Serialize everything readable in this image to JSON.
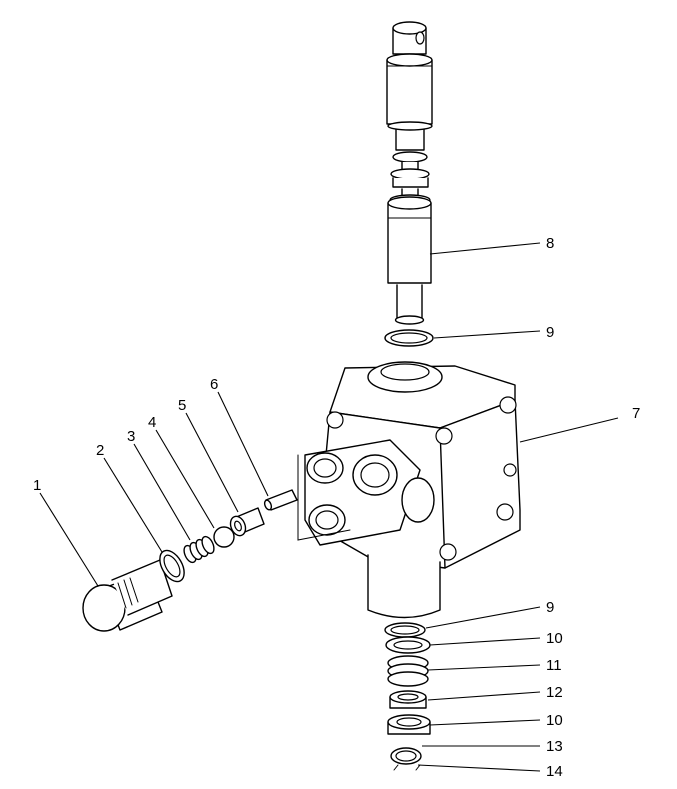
{
  "diagram": {
    "callouts": [
      {
        "id": "c1",
        "label": "1"
      },
      {
        "id": "c2",
        "label": "2"
      },
      {
        "id": "c3",
        "label": "3"
      },
      {
        "id": "c4",
        "label": "4"
      },
      {
        "id": "c5",
        "label": "5"
      },
      {
        "id": "c6",
        "label": "6"
      },
      {
        "id": "c7",
        "label": "7"
      },
      {
        "id": "c8",
        "label": "8"
      },
      {
        "id": "c9a",
        "label": "9"
      },
      {
        "id": "c9b",
        "label": "9"
      },
      {
        "id": "c10a",
        "label": "10"
      },
      {
        "id": "c11",
        "label": "11"
      },
      {
        "id": "c12",
        "label": "12"
      },
      {
        "id": "c10b",
        "label": "10"
      },
      {
        "id": "c13",
        "label": "13"
      },
      {
        "id": "c14",
        "label": "14"
      }
    ]
  }
}
